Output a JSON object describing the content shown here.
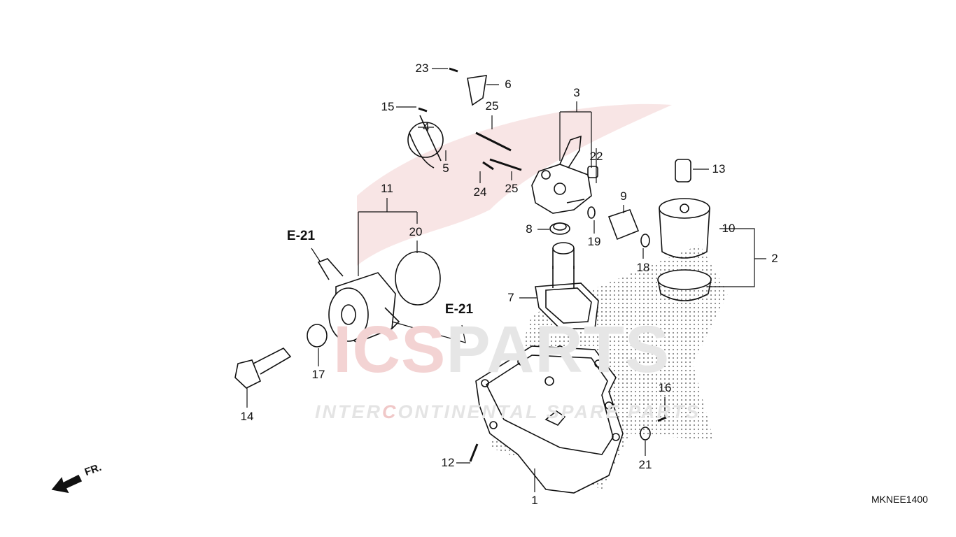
{
  "diagram_code": "MKNEE1400",
  "watermark": {
    "brand_red": "ICS",
    "brand_grey": "PARTS",
    "tagline_a": "INTER",
    "tagline_b": "C",
    "tagline_c": "ONTINENTAL SPARE PARTS"
  },
  "references": [
    "E-21",
    "E-21"
  ],
  "front_marker": "FR.",
  "callouts": [
    "1",
    "2",
    "3",
    "4",
    "5",
    "6",
    "7",
    "8",
    "9",
    "10",
    "11",
    "12",
    "13",
    "14",
    "15",
    "16",
    "17",
    "18",
    "19",
    "20",
    "21",
    "22",
    "23",
    "24",
    "25",
    "25"
  ],
  "colors": {
    "line": "#111111",
    "watermark_red": "#f3d3d3",
    "watermark_grey": "#e6e6e6"
  }
}
